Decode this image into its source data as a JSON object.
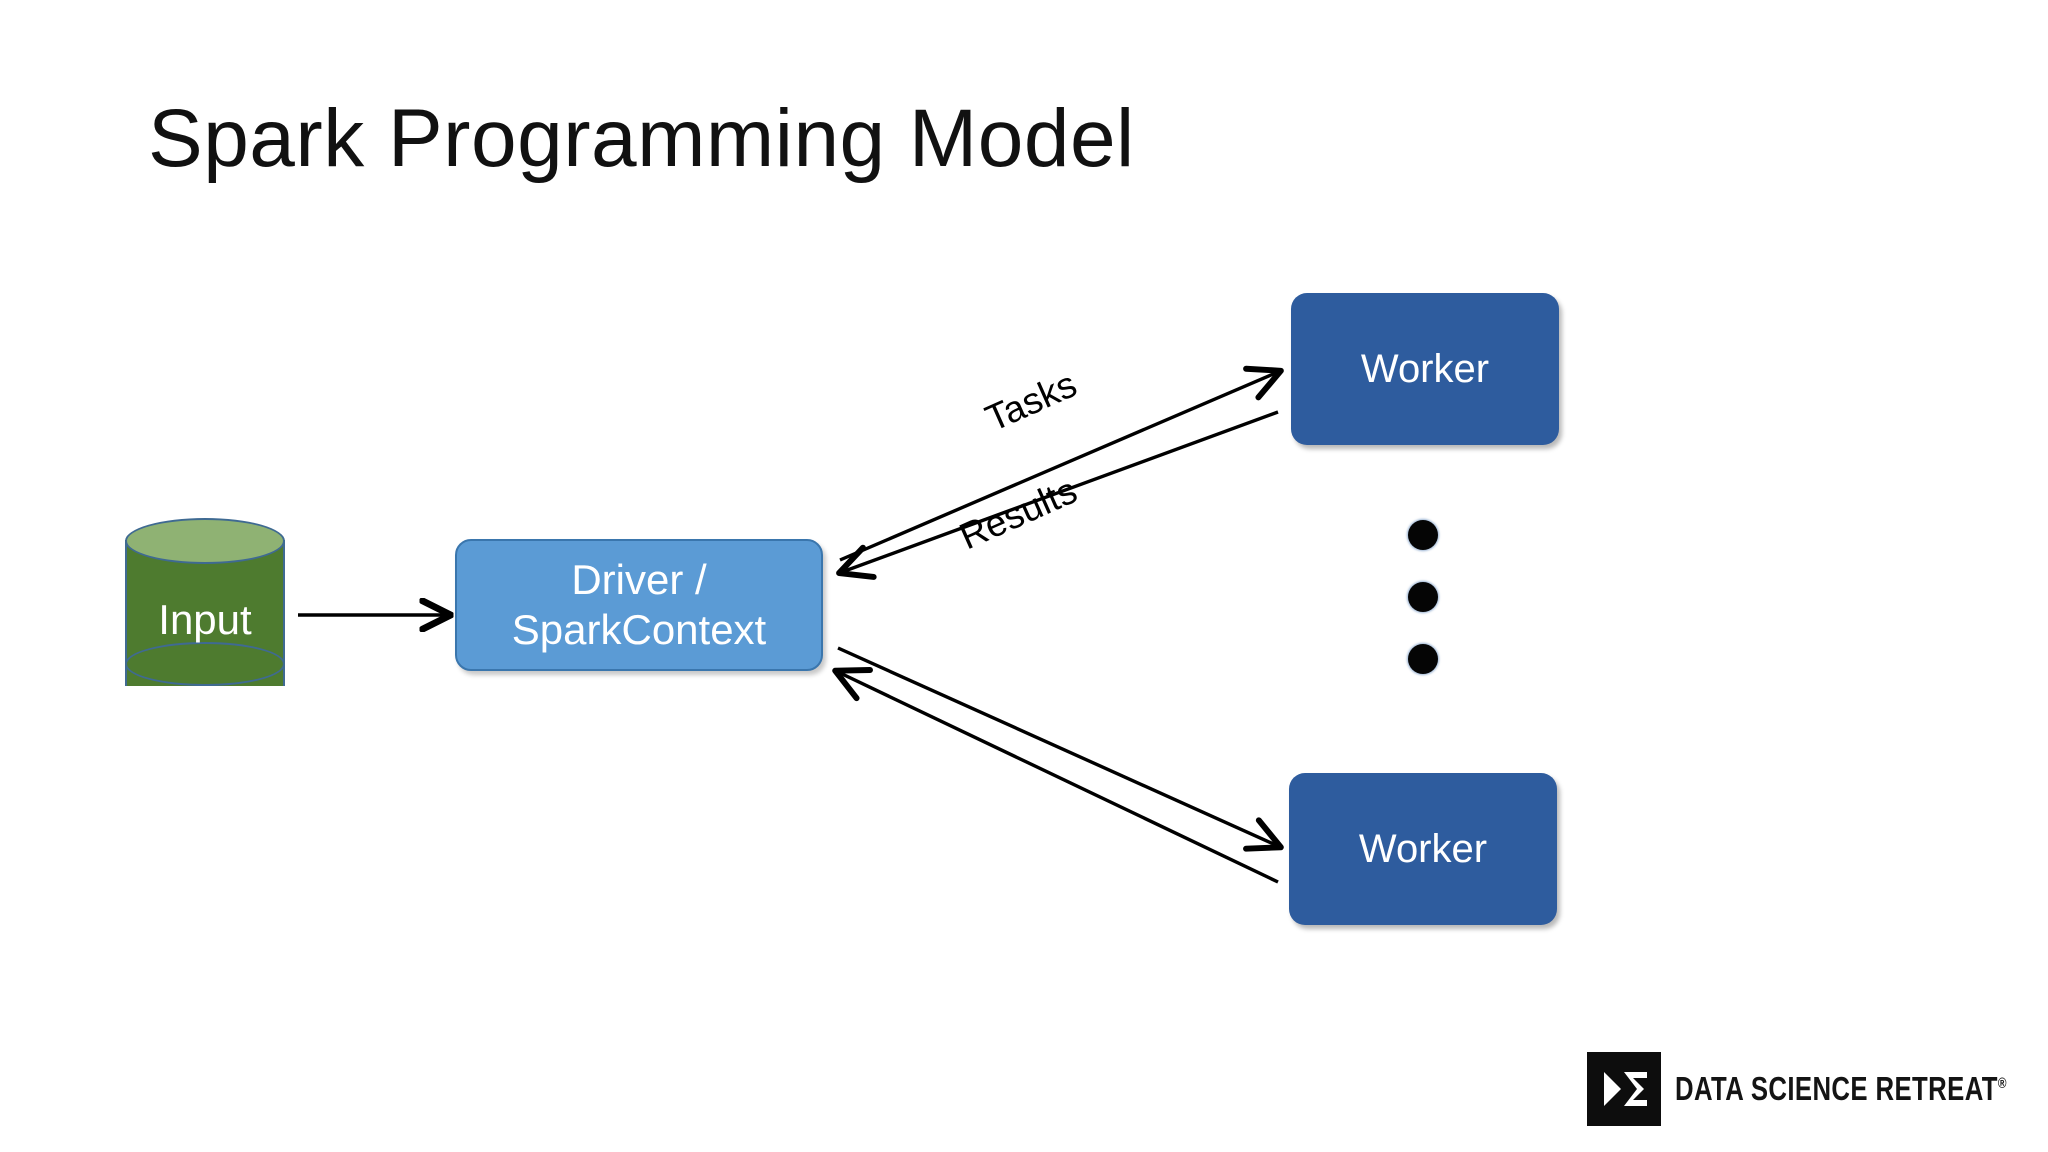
{
  "slide": {
    "title": "Spark Programming Model",
    "background_color": "#FFFFFF"
  },
  "nodes": {
    "input": {
      "label": "Input",
      "shape": "cylinder",
      "fill_color": "#4E7B2F",
      "top_fill_color": "#8FB273",
      "border_color": "#3F6A92",
      "text_color": "#FFFFFF"
    },
    "driver": {
      "label_line1": "Driver /",
      "label_line2": "SparkContext",
      "shape": "rounded-rectangle",
      "fill_color": "#5B9BD5",
      "border_color": "#3A76AD",
      "text_color": "#FFFFFF"
    },
    "worker_top": {
      "label": "Worker",
      "shape": "rounded-rectangle",
      "fill_color": "#2E5C9E",
      "text_color": "#FFFFFF"
    },
    "worker_bottom": {
      "label": "Worker",
      "shape": "rounded-rectangle",
      "fill_color": "#2E5C9E",
      "text_color": "#FFFFFF"
    }
  },
  "edges": {
    "input_to_driver": {
      "label": "",
      "direction": "right"
    },
    "tasks": {
      "label": "Tasks",
      "from": "driver",
      "to": "worker_top",
      "rotation_deg": -24
    },
    "results": {
      "label": "Results",
      "from": "worker_top",
      "to": "driver",
      "rotation_deg": -24
    }
  },
  "ellipsis": {
    "dot_count": 3,
    "meaning": "more-workers",
    "color": "#050505"
  },
  "logo": {
    "text": "DATA SCIENCE RETREAT",
    "registered_mark": "®",
    "mark_background": "#0D0D0D",
    "mark_foreground": "#FFFFFF"
  }
}
